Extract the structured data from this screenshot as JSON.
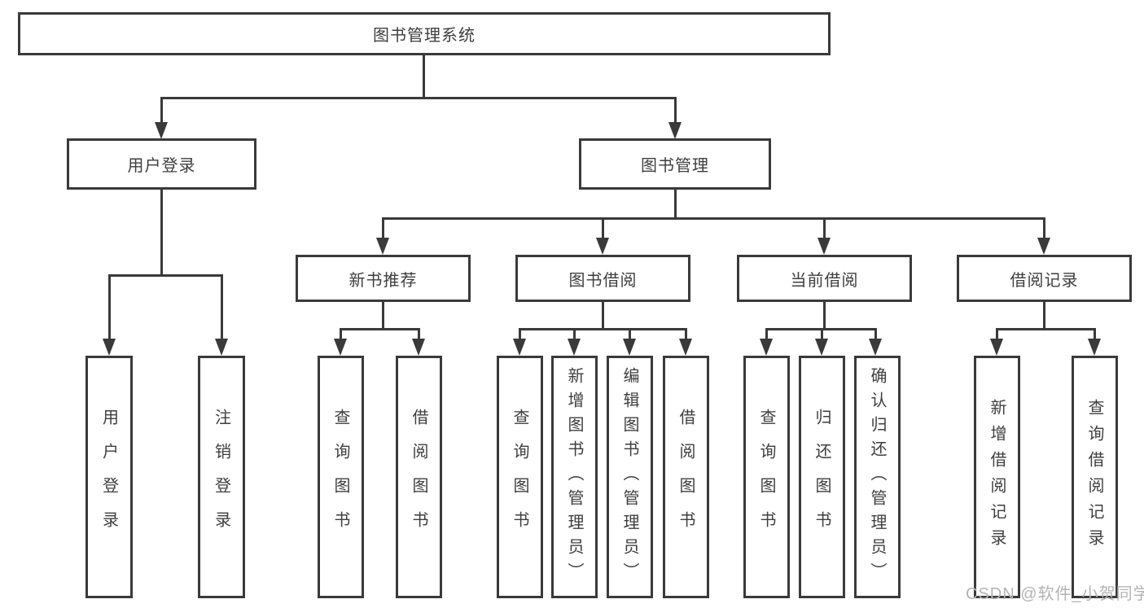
{
  "diagram_title": "图书管理系统",
  "nodes": {
    "root": "图书管理系统",
    "user_login_branch": "用户登录",
    "book_mgmt_branch": "图书管理",
    "new_book_rec": "新书推荐",
    "book_borrow": "图书借阅",
    "current_borrow": "当前借阅",
    "borrow_records": "借阅记录",
    "leaf_user_login": "用户登录",
    "leaf_logout": "注销登录",
    "leaf_nb_query_book": "查询图书",
    "leaf_nb_borrow_book": "借阅图书",
    "leaf_bb_query_book": "查询图书",
    "leaf_bb_add_book": "新增图书（管理员）",
    "leaf_bb_edit_book": "编辑图书（管理员）",
    "leaf_bb_borrow_book": "借阅图书",
    "leaf_cb_query_book": "查询图书",
    "leaf_cb_return_book": "归还图书",
    "leaf_cb_confirm_return": "确认归还（管理员）",
    "leaf_br_add_record": "新增借阅记录",
    "leaf_br_query_record": "查询借阅记录"
  },
  "watermark": "CSDN @软件_小贺同学",
  "colors": {
    "line": "#3a3a3a",
    "text": "#3e3e3e",
    "watermark": "#b4b4b4",
    "background": "#ffffff"
  }
}
